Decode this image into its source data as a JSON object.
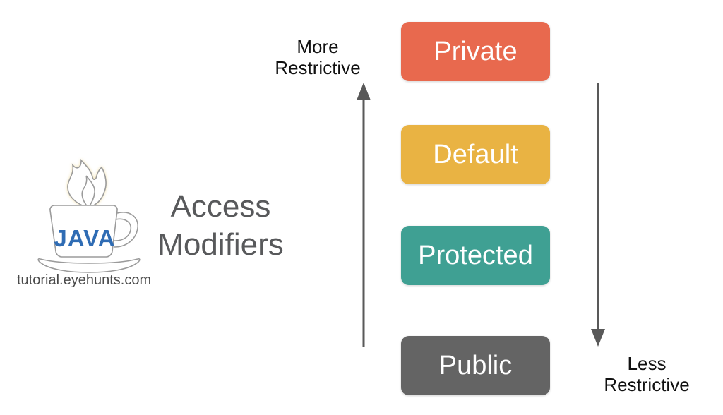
{
  "logo": {
    "brand": "JAVA",
    "site": "tutorial.eyehunts.com"
  },
  "title": {
    "line1": "Access",
    "line2": "Modifiers"
  },
  "axis": {
    "more": {
      "line1": "More",
      "line2": "Restrictive"
    },
    "less": {
      "line1": "Less",
      "line2": "Restrictive"
    }
  },
  "modifiers": [
    {
      "label": "Private",
      "color": "#E8694E"
    },
    {
      "label": "Default",
      "color": "#E9B343"
    },
    {
      "label": "Protected",
      "color": "#3FA093"
    },
    {
      "label": "Public",
      "color": "#646464"
    }
  ],
  "colors": {
    "arrow": "#595959",
    "title": "#58595B",
    "axis_label": "#111111",
    "java_blue": "#2F6CB4",
    "outline": "#9B9B9B",
    "site_text": "#4A4A4A",
    "box_text": "#FFFFFF"
  }
}
